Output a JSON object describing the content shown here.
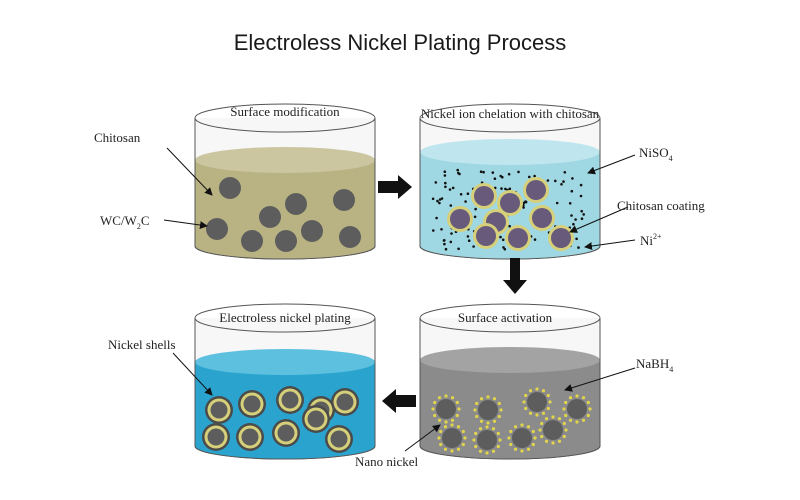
{
  "title": "Electroless Nickel Plating Process",
  "beakers": {
    "b1": "Surface modification",
    "b2": "Nickel ion chelation with chitosan",
    "b3": "Surface activation",
    "b4": "Electroless nickel plating"
  },
  "labels": {
    "chitosan": "Chitosan",
    "wc_base": "WC/W",
    "wc_sub": "2",
    "wc_tail": "C",
    "niso_base": "NiSO",
    "niso_sub": "4",
    "chitosan_coating": "Chitosan coating",
    "ni_base": "Ni",
    "ni_sup": "2+",
    "nabh_base": "NaBH",
    "nabh_sub": "4",
    "nano_nickel": "Nano nickel",
    "nickel_shells": "Nickel shells"
  },
  "colors": {
    "b1_liquid": "#b9b283",
    "b2_liquid": "#9fd7e2",
    "b3_liquid": "#8b8b8b",
    "b4_liquid": "#2aa4cf",
    "core": "#5d5d5d",
    "core_purple": "#675a7a",
    "shell_yellow": "#d6d07a",
    "arrow": "#111111"
  }
}
